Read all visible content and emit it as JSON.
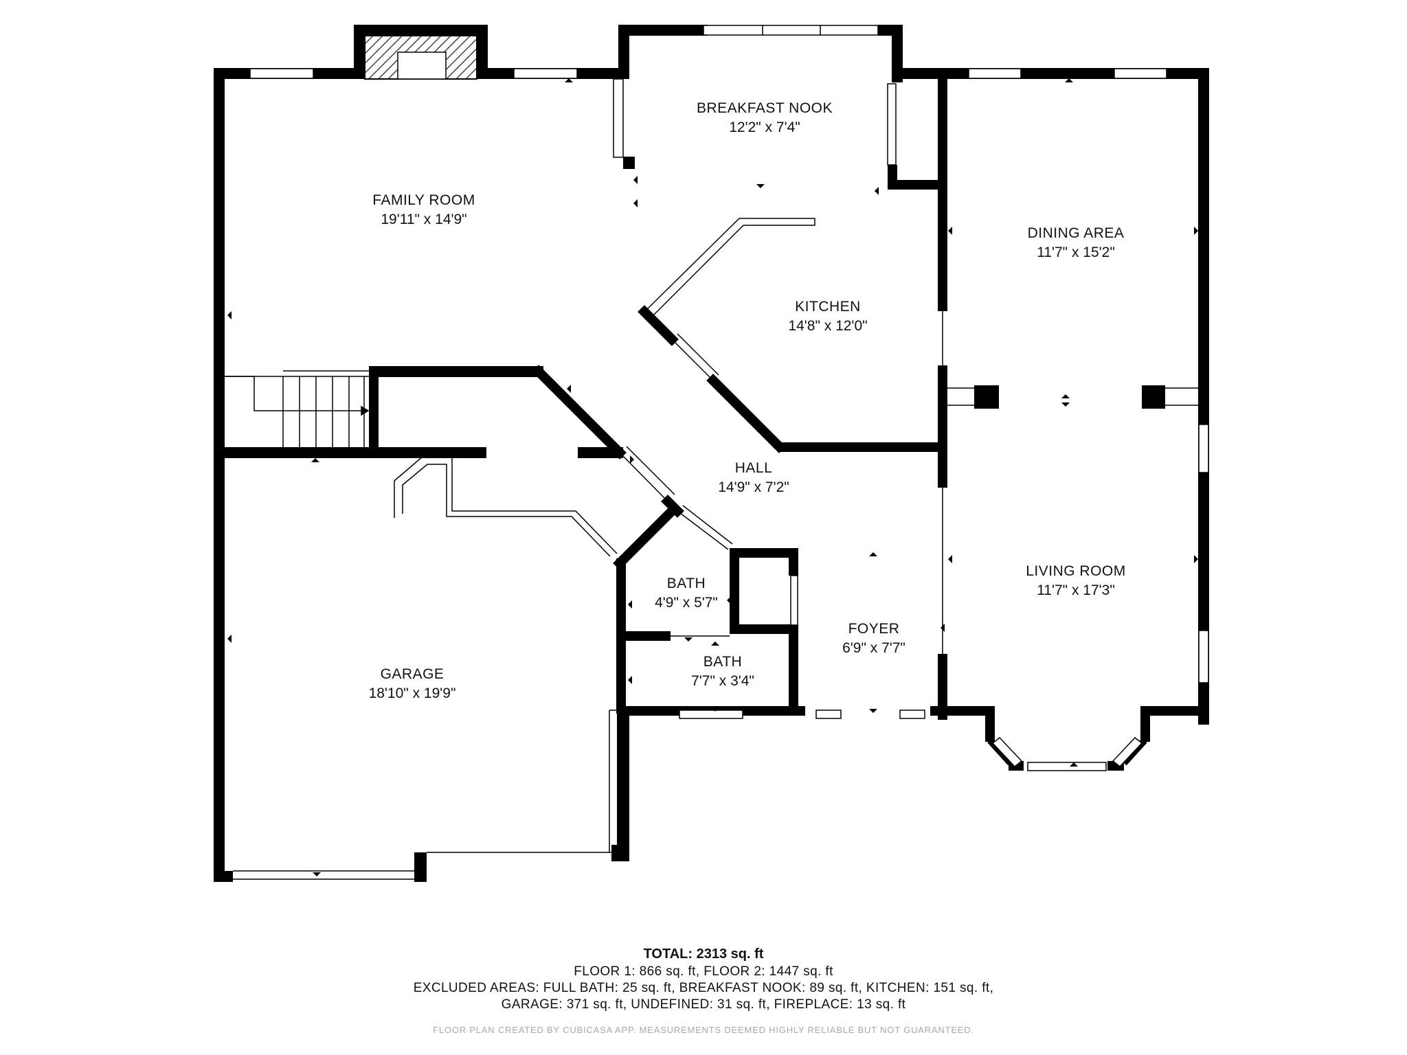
{
  "rooms": {
    "family_room": {
      "name": "FAMILY ROOM",
      "dims": "19'11\" x 14'9\""
    },
    "breakfast_nook": {
      "name": "BREAKFAST NOOK",
      "dims": "12'2\" x 7'4\""
    },
    "dining_area": {
      "name": "DINING AREA",
      "dims": "11'7\" x 15'2\""
    },
    "kitchen": {
      "name": "KITCHEN",
      "dims": "14'8\" x 12'0\""
    },
    "hall": {
      "name": "HALL",
      "dims": "14'9\" x 7'2\""
    },
    "living_room": {
      "name": "LIVING ROOM",
      "dims": "11'7\" x 17'3\""
    },
    "bath_1": {
      "name": "BATH",
      "dims": "4'9\" x 5'7\""
    },
    "foyer": {
      "name": "FOYER",
      "dims": "6'9\" x 7'7\""
    },
    "bath_2": {
      "name": "BATH",
      "dims": "7'7\" x 3'4\""
    },
    "garage": {
      "name": "GARAGE",
      "dims": "18'10\" x 19'9\""
    }
  },
  "summary": {
    "total": "TOTAL: 2313 sq. ft",
    "floors": "FLOOR 1: 866 sq. ft, FLOOR 2: 1447 sq. ft",
    "excluded_line1": "EXCLUDED AREAS: FULL BATH: 25 sq. ft, BREAKFAST NOOK: 89 sq. ft, KITCHEN: 151 sq. ft,",
    "excluded_line2": "GARAGE: 371 sq. ft, UNDEFINED: 31 sq. ft, FIREPLACE: 13 sq. ft",
    "disclaimer": "FLOOR PLAN CREATED BY CUBICASA APP. MEASUREMENTS DEEMED HIGHLY RELIABLE BUT NOT GUARANTEED."
  },
  "colors": {
    "wall": "#000000",
    "window": "#ffffff",
    "fireplace_hatch": "#555555"
  }
}
